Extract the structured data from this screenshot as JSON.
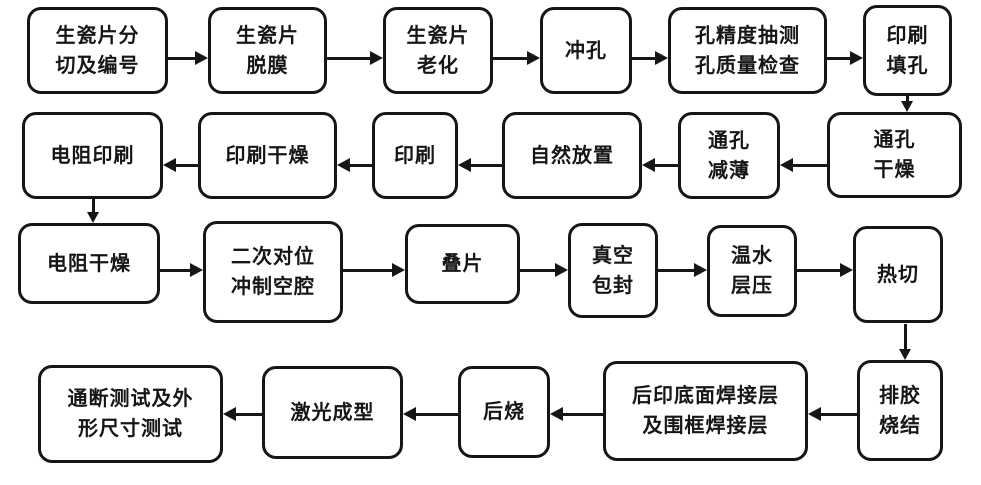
{
  "diagram": {
    "type": "process-flowchart",
    "colors": {
      "line": "#161616",
      "box_fill": "#ffffff",
      "background": "#ffffff"
    }
  },
  "nodes": [
    {
      "label": "生瓷片分\n切及编号"
    },
    {
      "label": "生瓷片\n脱膜"
    },
    {
      "label": "生瓷片\n老化"
    },
    {
      "label": "冲孔"
    },
    {
      "label": "孔精度抽测\n孔质量检查"
    },
    {
      "label": "印刷\n填孔"
    },
    {
      "label": "电阻印刷"
    },
    {
      "label": "印刷干燥"
    },
    {
      "label": "印刷"
    },
    {
      "label": "自然放置"
    },
    {
      "label": "通孔\n减薄"
    },
    {
      "label": "通孔\n干燥"
    },
    {
      "label": "电阻干燥"
    },
    {
      "label": "二次对位\n冲制空腔"
    },
    {
      "label": "叠片"
    },
    {
      "label": "真空\n包封"
    },
    {
      "label": "温水\n层压"
    },
    {
      "label": "热切"
    },
    {
      "label": "通断测试及外\n形尺寸测试"
    },
    {
      "label": "激光成型"
    },
    {
      "label": "后烧"
    },
    {
      "label": "后印底面焊接层\n及围框焊接层"
    },
    {
      "label": "排胶\n烧结"
    }
  ],
  "edges": [
    [
      0,
      1
    ],
    [
      1,
      2
    ],
    [
      2,
      3
    ],
    [
      3,
      4
    ],
    [
      4,
      5
    ],
    [
      5,
      11
    ],
    [
      11,
      10
    ],
    [
      10,
      9
    ],
    [
      9,
      8
    ],
    [
      8,
      7
    ],
    [
      7,
      6
    ],
    [
      6,
      12
    ],
    [
      12,
      13
    ],
    [
      13,
      14
    ],
    [
      14,
      15
    ],
    [
      15,
      16
    ],
    [
      16,
      17
    ],
    [
      17,
      22
    ],
    [
      22,
      21
    ],
    [
      21,
      20
    ],
    [
      20,
      19
    ],
    [
      19,
      18
    ]
  ]
}
